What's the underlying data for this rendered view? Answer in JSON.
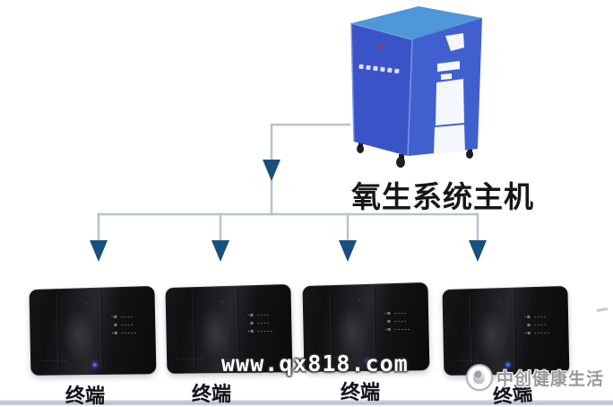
{
  "host": {
    "label": "氧生系统主机"
  },
  "terminals": [
    {
      "label": "终端"
    },
    {
      "label": "终端"
    },
    {
      "label": "终端"
    },
    {
      "label": "终端"
    }
  ],
  "terminal_display": {
    "rows": "·≡ ----\n ≡ ---·\n·≡ -----",
    "model_marks": "--------"
  },
  "watermark": {
    "text": "www.qx818.com"
  },
  "brand": {
    "text": "中创健康生活"
  },
  "colors": {
    "machine_top": "#4e97d9",
    "machine_front": "#3a54c8",
    "machine_side": "#4160d0",
    "machine_edge": "#7b96e0",
    "line": "#b2c5d1",
    "arrow": "#17507e",
    "led": "#4a6cff",
    "bottom_bar": "#b3c3cd"
  }
}
